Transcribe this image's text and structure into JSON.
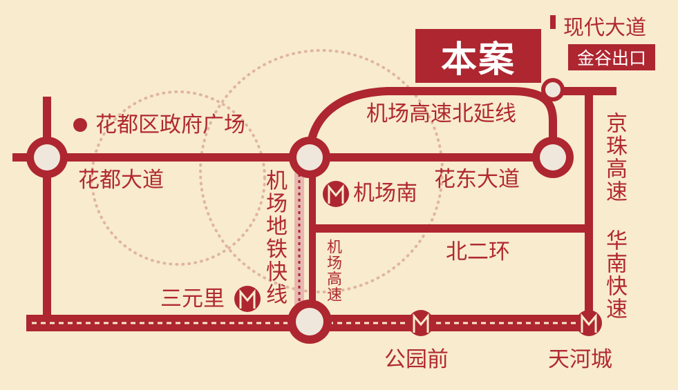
{
  "project": {
    "label": "本案"
  },
  "exit": {
    "road": "现代大道",
    "label": "金谷出口"
  },
  "landmarks": {
    "gov_square": "花都区政府广场"
  },
  "roads": {
    "huadu_avenue": "花都大道",
    "huadong_avenue": "花东大道",
    "airport_expressway_north_ext": "机场高速北延线",
    "beierhuan": "北二环",
    "jingzhu_expressway": "京珠高速",
    "huanan_expressway": "华南快速",
    "airport_metro_express": "机场地铁快线",
    "airport_expressway": "机场高速"
  },
  "stations": {
    "airport_south": "机场南",
    "sanyuanli": "三元里",
    "gongyuanqian": "公园前",
    "tianhecheng": "天河城"
  },
  "colors": {
    "road": "#ad2630",
    "background": "#f8ebce",
    "node_fill": "#efe7db",
    "ring": "#e0b59e",
    "metro": "#e6b8b0"
  }
}
